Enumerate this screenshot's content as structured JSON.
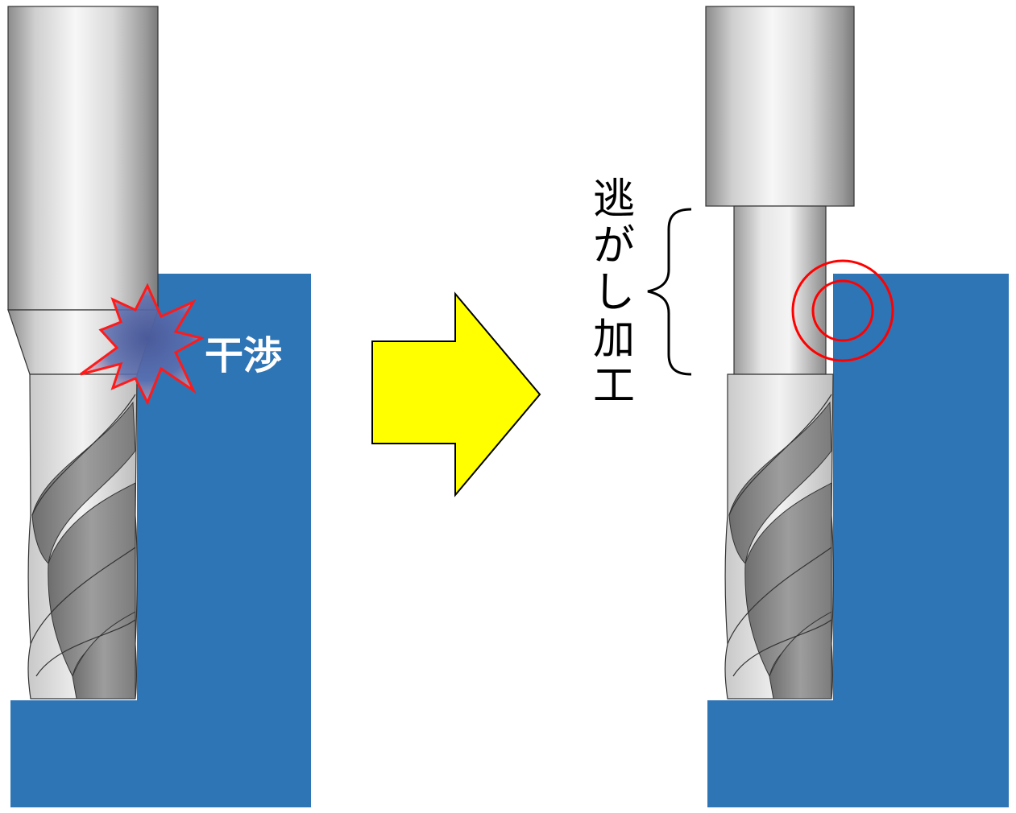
{
  "labels": {
    "interference": "干渉",
    "relief_machining_chars": [
      "逃",
      "が",
      "し",
      "加",
      "工"
    ]
  },
  "colors": {
    "workpiece": "#2E75B6",
    "arrow_fill": "#FFFF00",
    "burst_outline": "#FF0000",
    "circle_mark": "#FF0000",
    "tool_metal_light": "#F2F2F2",
    "tool_metal_dark": "#7F7F7F"
  },
  "icons": {
    "collision": "collision-burst-icon",
    "ok_mark": "double-circle-mark-icon",
    "transition": "right-arrow-icon"
  }
}
